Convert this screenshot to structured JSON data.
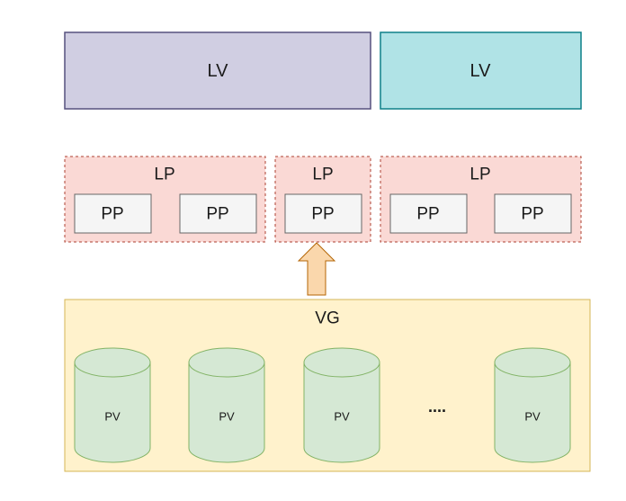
{
  "colors": {
    "lv1_fill": "#d0cee2",
    "lv1_stroke": "#56517e",
    "lv2_fill": "#b0e3e6",
    "lv2_stroke": "#0e8088",
    "lp_fill": "#fad9d5",
    "lp_stroke": "#ae4132",
    "pp_fill": "#f5f5f5",
    "pp_stroke": "#666666",
    "arrow_fill": "#fad7ac",
    "arrow_stroke": "#b46504",
    "vg_fill": "#fff2cc",
    "vg_stroke": "#d6b656",
    "pv_fill": "#d5e8d4",
    "pv_stroke": "#82b366",
    "text": "#1a1a1a"
  },
  "lv": [
    {
      "label": "LV"
    },
    {
      "label": "LV"
    }
  ],
  "lp": [
    {
      "label": "LP",
      "pp": [
        {
          "label": "PP"
        },
        {
          "label": "PP"
        }
      ]
    },
    {
      "label": "LP",
      "pp": [
        {
          "label": "PP"
        }
      ]
    },
    {
      "label": "LP",
      "pp": [
        {
          "label": "PP"
        },
        {
          "label": "PP"
        }
      ]
    }
  ],
  "vg": {
    "label": "VG",
    "pv": [
      {
        "label": "PV"
      },
      {
        "label": "PV"
      },
      {
        "label": "PV"
      },
      {
        "label": "PV"
      }
    ],
    "ellipsis": "...."
  }
}
